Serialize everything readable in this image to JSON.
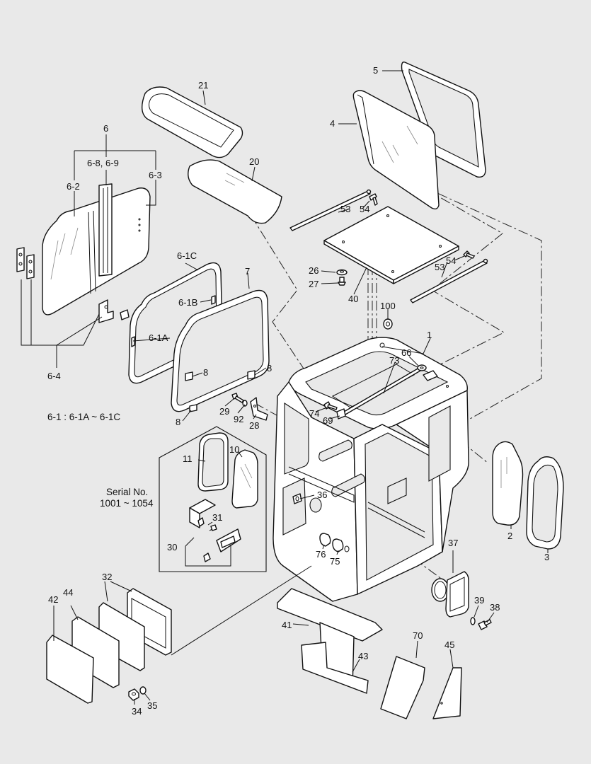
{
  "labels": {
    "p1": "1",
    "p2": "2",
    "p3": "3",
    "p4": "4",
    "p5": "5",
    "p6": "6",
    "p6_1A": "6-1A",
    "p6_1B": "6-1B",
    "p6_1C": "6-1C",
    "p6_2": "6-2",
    "p6_3": "6-3",
    "p6_4": "6-4",
    "p6_89": "6-8, 6-9",
    "p7": "7",
    "p8a": "8",
    "p8b": "8",
    "p8c": "8",
    "p10": "10",
    "p11": "11",
    "p20": "20",
    "p21": "21",
    "p26": "26",
    "p27": "27",
    "p28": "28",
    "p29": "29",
    "p30": "30",
    "p31": "31",
    "p32": "32",
    "p34": "34",
    "p35": "35",
    "p36": "36",
    "p37": "37",
    "p38": "38",
    "p39": "39",
    "p40": "40",
    "p41": "41",
    "p42": "42",
    "p43": "43",
    "p44": "44",
    "p45": "45",
    "p53a": "53",
    "p53b": "53",
    "p54a": "54",
    "p54b": "54",
    "p66": "66",
    "p69": "69",
    "p70": "70",
    "p73": "73",
    "p74": "74",
    "p75": "75",
    "p76": "76",
    "p92": "92",
    "p100": "100"
  },
  "notes": {
    "range": "6-1 : 6-1A ~ 6-1C",
    "serial_title": "Serial No.",
    "serial_range": "1001 ~ 1054"
  },
  "colors": {
    "background": "#e9e9e9",
    "line": "#111111",
    "part_fill": "#ffffff"
  }
}
